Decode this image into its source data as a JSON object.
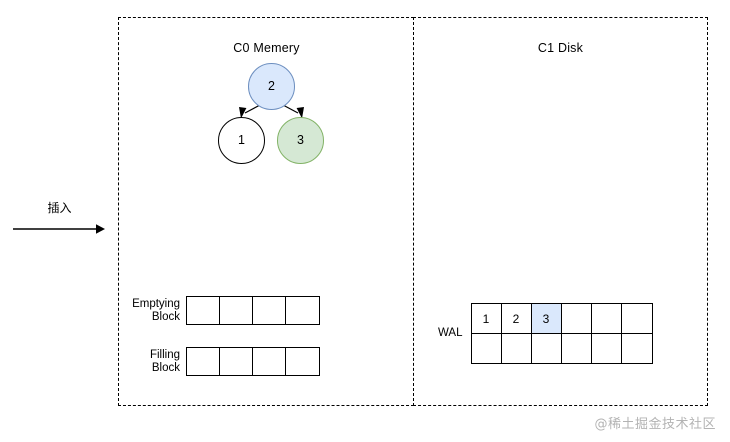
{
  "diagram": {
    "panels": [
      {
        "id": "c0",
        "title": "C0 Memery"
      },
      {
        "id": "c1",
        "title": "C1 Disk"
      }
    ],
    "insert_flow": {
      "label": "插入",
      "arrow": "right-arrow-icon"
    },
    "tree": {
      "root": {
        "value": "2",
        "fill": "#dae8fc",
        "stroke": "#6c8ebf"
      },
      "left": {
        "value": "1",
        "fill": "#ffffff",
        "stroke": "#000000"
      },
      "right": {
        "value": "3",
        "fill": "#d5e8d4",
        "stroke": "#82b366"
      }
    },
    "blocks": [
      {
        "id": "emptying",
        "label_line1": "Emptying",
        "label_line2": "Block",
        "cells": [
          "",
          "",
          "",
          ""
        ]
      },
      {
        "id": "filling",
        "label_line1": "Filling",
        "label_line2": "Block",
        "cells": [
          "",
          "",
          "",
          ""
        ]
      }
    ],
    "wal": {
      "label": "WAL",
      "rows": [
        [
          {
            "value": "1",
            "highlight": false
          },
          {
            "value": "2",
            "highlight": false
          },
          {
            "value": "3",
            "highlight": true
          },
          {
            "value": "",
            "highlight": false
          },
          {
            "value": "",
            "highlight": false
          },
          {
            "value": "",
            "highlight": false
          }
        ],
        [
          {
            "value": "",
            "highlight": false
          },
          {
            "value": "",
            "highlight": false
          },
          {
            "value": "",
            "highlight": false
          },
          {
            "value": "",
            "highlight": false
          },
          {
            "value": "",
            "highlight": false
          },
          {
            "value": "",
            "highlight": false
          }
        ]
      ]
    },
    "watermark": "@稀土掘金技术社区",
    "colors": {
      "highlight_blue": "#dae8fc",
      "highlight_blue_border": "#6c8ebf",
      "highlight_green": "#d5e8d4",
      "highlight_green_border": "#82b366",
      "line": "#000000",
      "watermark": "#b3b3b3"
    }
  }
}
